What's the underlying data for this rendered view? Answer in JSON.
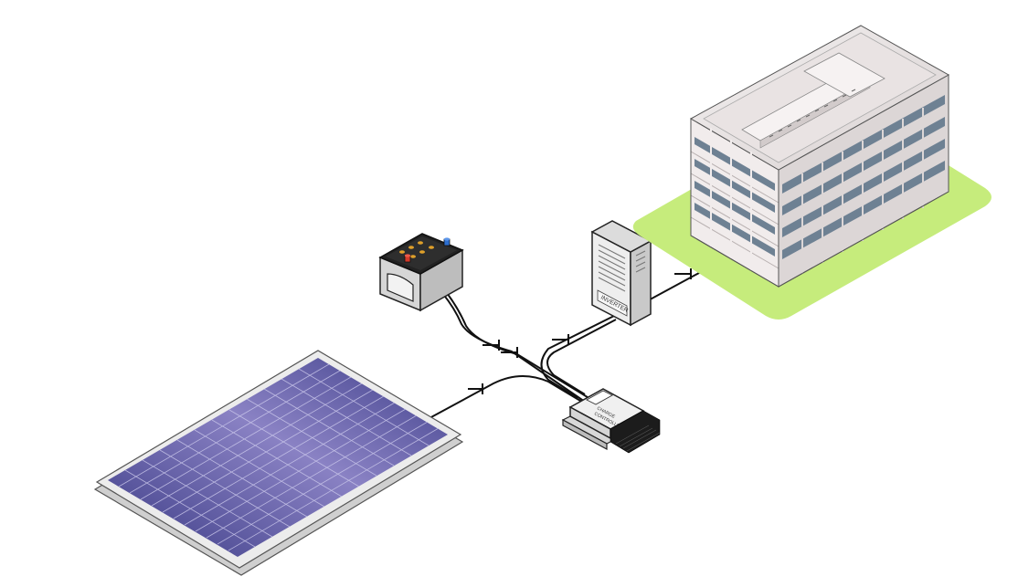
{
  "labels": {
    "inverter": "INVERTER",
    "controller_line1": "CHARGE",
    "controller_line2": "CONTROLLER"
  },
  "colors": {
    "background": "#ffffff",
    "wire": "#111111",
    "lawn": "#c6ec7c",
    "panel_cell": "#4b4a8e",
    "panel_frame": "#e6e6e6",
    "building_wall": "#f1ecec",
    "building_side": "#dcd6d6",
    "window": "#6e8193",
    "battery_body": "#d9d9d9",
    "battery_top": "#222222",
    "terminal_positive": "#d43b2a",
    "terminal_negative": "#2d6fd0",
    "inverter_body": "#eeeeee",
    "controller_body": "#f0f0f0",
    "heatsink": "#1a1a1a"
  },
  "icons": {
    "solar_panel": "solar-panel-icon",
    "battery": "battery-icon",
    "inverter": "inverter-icon",
    "charge_controller": "charge-controller-icon",
    "building": "building-icon"
  }
}
